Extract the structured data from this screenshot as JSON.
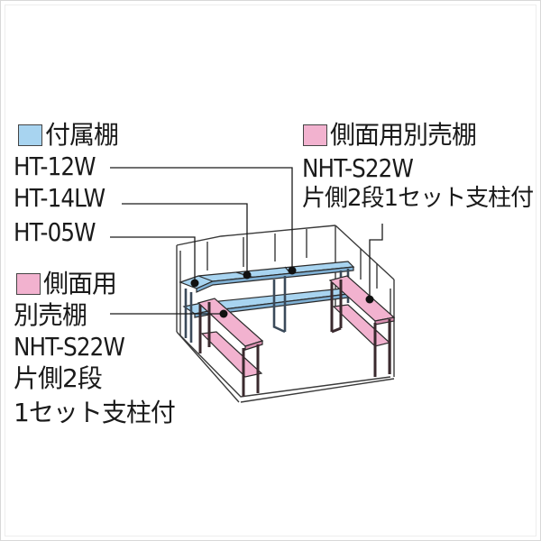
{
  "colors": {
    "included_shelf": "#a8d4f0",
    "sold_separately_shelf": "#f2b2cf",
    "line": "#1a1a1a",
    "frame": "#3a3a3a"
  },
  "legend": {
    "included": {
      "title": "付属棚",
      "models": [
        "HT-12W",
        "HT-14LW",
        "HT-05W"
      ]
    },
    "side_right": {
      "title": "側面用別売棚",
      "model": "NHT-S22W",
      "note": "片側2段1セット支柱付"
    },
    "side_left": {
      "title_line1": "側面用",
      "title_line2": "別売棚",
      "model": "NHT-S22W",
      "note_line1": "片側2段",
      "note_line2": "1セット支柱付"
    }
  }
}
